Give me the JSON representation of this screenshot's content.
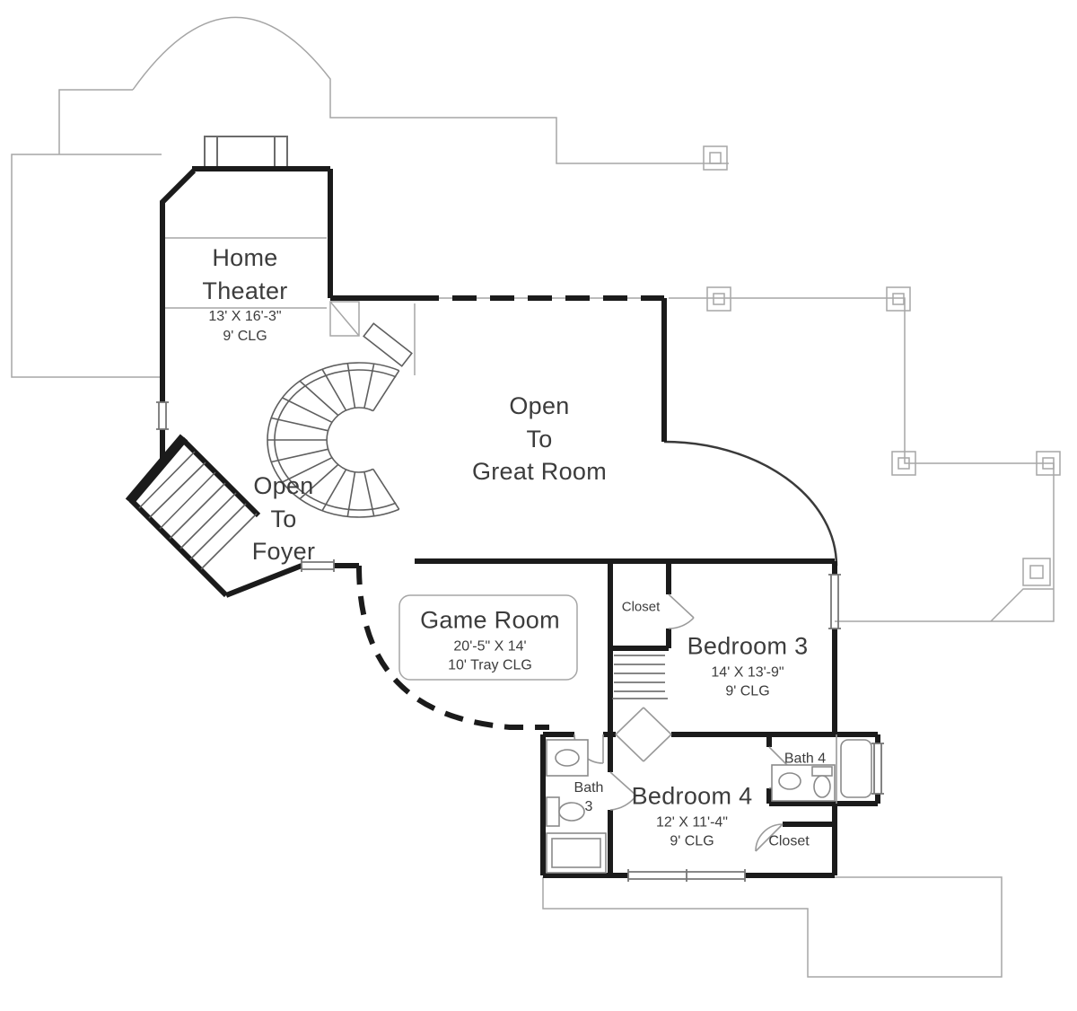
{
  "colors": {
    "wall": "#1b1b1b",
    "thin": "#a6a6a6",
    "mid": "#6b6b6b",
    "text": "#3c3c3c",
    "bg": "#ffffff"
  },
  "rooms": {
    "home_theater": {
      "name_line1": "Home",
      "name_line2": "Theater",
      "dims": "13' X 16'-3\"",
      "ceiling": "9' CLG"
    },
    "open_great_room": {
      "line1": "Open",
      "line2": "To",
      "line3": "Great Room"
    },
    "open_foyer": {
      "line1": "Open",
      "line2": "To",
      "line3": "Foyer"
    },
    "game_room": {
      "name": "Game Room",
      "dims": "20'-5\" X 14'",
      "ceiling": "10' Tray CLG"
    },
    "bedroom3": {
      "name": "Bedroom 3",
      "dims": "14' X 13'-9\"",
      "ceiling": "9' CLG"
    },
    "bedroom4": {
      "name": "Bedroom 4",
      "dims": "12' X 11'-4\"",
      "ceiling": "9' CLG"
    },
    "bath3": {
      "line1": "Bath",
      "line2": "3"
    },
    "bath4": {
      "name": "Bath 4"
    },
    "closet_bedroom3": {
      "name": "Closet"
    },
    "closet_bedroom4": {
      "name": "Closet"
    }
  }
}
